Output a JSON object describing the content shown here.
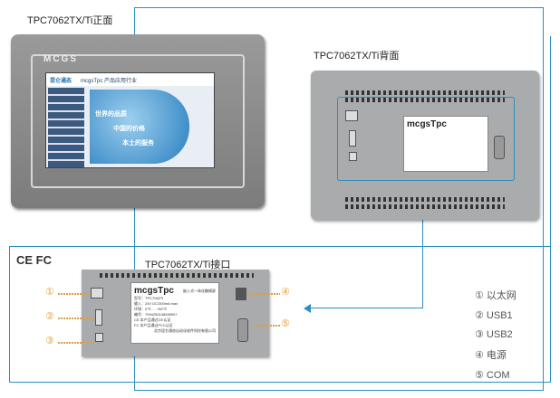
{
  "captions": {
    "front": "TPC7062TX/Ti正面",
    "back": "TPC7062TX/Ti背面",
    "interface": "TPC7062TX/Ti接口"
  },
  "front_device": {
    "brand": "MCGS",
    "screen_header_logo": "昆仑通态",
    "screen_header_title": "mcgsTpc 产品应用行业",
    "screen_slogans": [
      "世界的品质",
      "中国的价格",
      "本土的服务"
    ]
  },
  "product_label": {
    "logo": "mcgsTpc",
    "title": "嵌入式一体化触摸屏",
    "lines": [
      "型号：TPC7062Ti",
      "输入：24V DC/300mA max",
      "环境：0℃ … +50℃",
      "编号：7094250148489907"
    ],
    "marks": [
      "CE 本产品通过CE认证",
      "FC 本产品通过FCC认证"
    ],
    "company": "北京昆仑通态自动化软件科技有限公司"
  },
  "certifications": "CE FC",
  "callouts": [
    "①",
    "②",
    "③",
    "④",
    "⑤"
  ],
  "legend": [
    "① 以太网",
    "② USB1",
    "③ USB2",
    "④ 电源",
    "⑤ COM"
  ],
  "colors": {
    "connector_line": "#2b8fc0",
    "callout": "#e0a040"
  }
}
